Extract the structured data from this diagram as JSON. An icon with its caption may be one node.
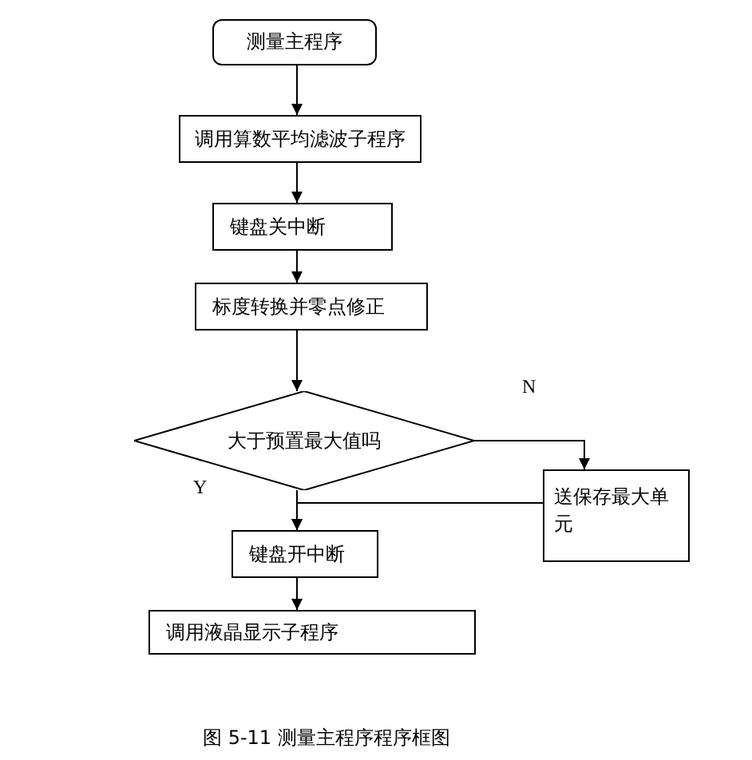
{
  "diagram": {
    "caption": "图 5-11    测量主程序程序框图",
    "nodes": [
      {
        "text": [
          "测量主程序"
        ]
      },
      {
        "text": [
          "调用算数平均滤波子程序"
        ]
      },
      {
        "text": [
          "键盘关中断"
        ]
      },
      {
        "text": [
          "标度转换并零点修正"
        ]
      },
      {
        "text": [
          "大于预置最大值吗"
        ]
      },
      {
        "text": [
          "送保存最大单元"
        ]
      },
      {
        "text": [
          "键盘开中断"
        ]
      },
      {
        "text": [
          "调用液晶显示子程序"
        ]
      }
    ],
    "edges": [
      {
        "from": 0,
        "to": 1,
        "arrow": "to"
      },
      {
        "from": 1,
        "to": 2,
        "arrow": "to"
      },
      {
        "from": 2,
        "to": 3,
        "arrow": "to"
      },
      {
        "from": 3,
        "to": 4,
        "arrow": "to"
      },
      {
        "from": 4,
        "to": 5,
        "arrow": "to",
        "label": "N"
      },
      {
        "from": 4,
        "to": 6,
        "arrow": "to",
        "label": "Y"
      },
      {
        "from": 5,
        "to": 6,
        "arrow": "to"
      },
      {
        "from": 6,
        "to": 7,
        "arrow": "to"
      }
    ]
  }
}
